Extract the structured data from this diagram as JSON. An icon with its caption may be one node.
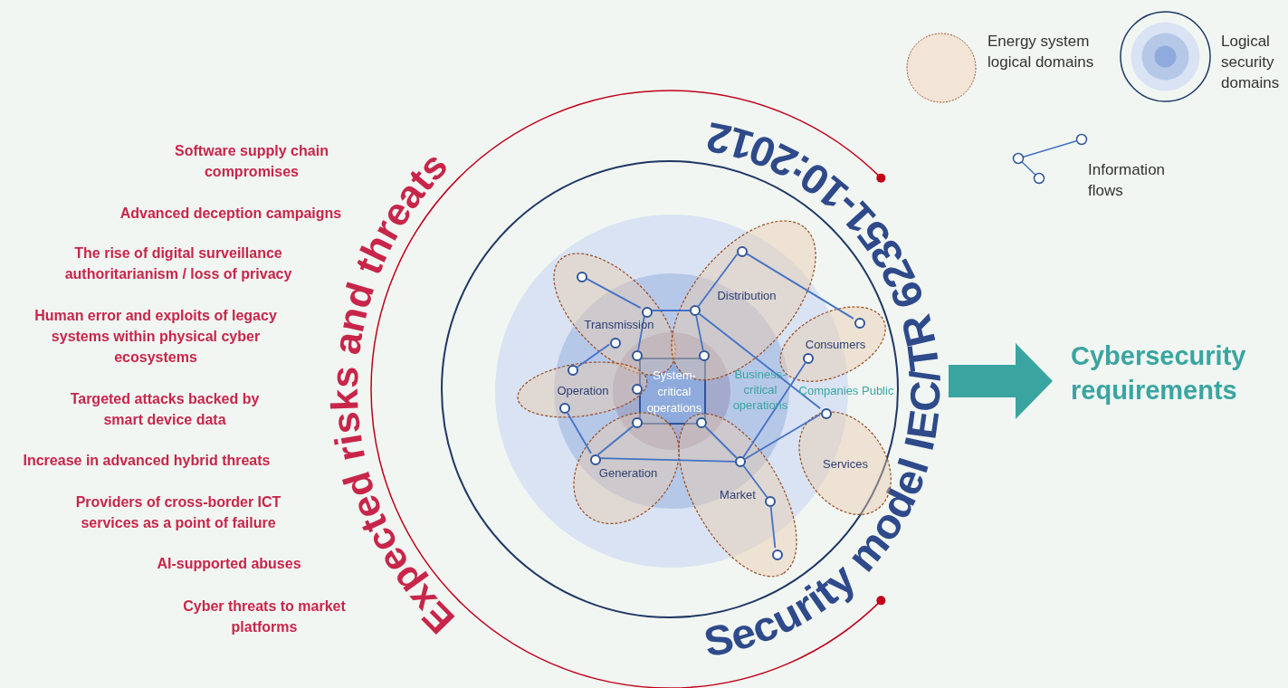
{
  "diagram": {
    "nodes": [
      {
        "text": [],
        "shape": "circle"
      },
      {
        "text": [
          "Companies Public"
        ],
        "in": 0
      },
      {
        "text": [
          "Business-critical operations"
        ],
        "in": 1
      },
      {
        "text": [],
        "shape": "circle",
        "in": 2
      },
      {
        "text": [
          "System-critical operations"
        ],
        "in": 3
      },
      {
        "text": [
          "Transmission"
        ],
        "in": 1
      },
      {
        "text": [
          "Distribution"
        ],
        "in": 1
      },
      {
        "text": [
          "Consumers"
        ],
        "in": 0
      },
      {
        "text": [
          "Operation"
        ],
        "in": 1
      },
      {
        "text": [
          "Services"
        ],
        "in": 0
      },
      {
        "text": [
          "Generation"
        ],
        "in": 1
      },
      {
        "text": [
          "Market"
        ],
        "in": 1
      },
      {
        "text": [
          "Cybersecurity requirements"
        ]
      },
      {
        "text": [],
        "shape": "circle",
        "in": 5
      },
      {
        "text": [],
        "shape": "circle",
        "in": 5
      },
      {
        "text": [],
        "shape": "circle"
      },
      {
        "text": [],
        "shape": "circle",
        "in": 6
      },
      {
        "text": [],
        "shape": "circle",
        "in": 7
      },
      {
        "text": [],
        "shape": "circle",
        "in": 5
      },
      {
        "text": [],
        "shape": "circle"
      },
      {
        "text": [],
        "shape": "circle"
      },
      {
        "text": [],
        "shape": "circle"
      },
      {
        "text": [],
        "shape": "circle"
      },
      {
        "text": [],
        "shape": "circle"
      },
      {
        "text": [],
        "shape": "circle"
      },
      {
        "text": [],
        "shape": "circle"
      },
      {
        "text": [],
        "shape": "circle",
        "in": 10
      },
      {
        "text": [],
        "shape": "circle"
      },
      {
        "text": [],
        "shape": "circle"
      },
      {
        "text": [],
        "shape": "circle",
        "in": 1
      },
      {
        "text": [],
        "shape": "circle"
      },
      {
        "text": [],
        "shape": "circle",
        "in": 11
      }
    ],
    "edges": [
      {
        "from": 13,
        "to": 14,
        "arrow": "none"
      },
      {
        "from": 14,
        "to": 15,
        "arrow": "none"
      },
      {
        "from": 15,
        "to": 16,
        "arrow": "none"
      },
      {
        "from": 16,
        "to": 17,
        "arrow": "none"
      },
      {
        "from": 15,
        "to": 21,
        "arrow": "none"
      },
      {
        "from": 14,
        "to": 20,
        "arrow": "none"
      },
      {
        "from": 15,
        "to": 29,
        "arrow": "none"
      },
      {
        "from": 18,
        "to": 19,
        "arrow": "none"
      },
      {
        "from": 23,
        "to": 26,
        "arrow": "none"
      },
      {
        "from": 26,
        "to": 24,
        "arrow": "none"
      },
      {
        "from": 26,
        "to": 27,
        "arrow": "none"
      },
      {
        "from": 25,
        "to": 27,
        "arrow": "none"
      },
      {
        "from": 27,
        "to": 28,
        "arrow": "none"
      },
      {
        "from": 27,
        "to": 29,
        "arrow": "none"
      },
      {
        "from": 27,
        "to": 30,
        "arrow": "none"
      },
      {
        "from": 30,
        "to": 31,
        "arrow": "none"
      },
      {
        "from": 0,
        "to": 12,
        "arrow": "to",
        "style": "thick",
        "color": "#3aa5a0"
      }
    ],
    "labels": [
      "Software supply chain compromises",
      "Advanced deception campaigns",
      "The rise of digital surveillance authoritarianism / loss of privacy",
      "Human error and exploits of legacy systems within physical cyber ecosystems",
      "Targeted attacks backed by smart device data",
      "Increase in advanced hybrid threats",
      "Providers of cross-border ICT services as a point of failure",
      "AI-supported abuses",
      "Cyber threats to market platforms",
      "Expected risks and threats",
      "Security model IEC/TR 62351-10:2012"
    ],
    "legend": [
      {
        "text": "Energy system logical domains"
      },
      {
        "text": "Logical security domains"
      },
      {
        "text": "Information flows"
      }
    ]
  }
}
